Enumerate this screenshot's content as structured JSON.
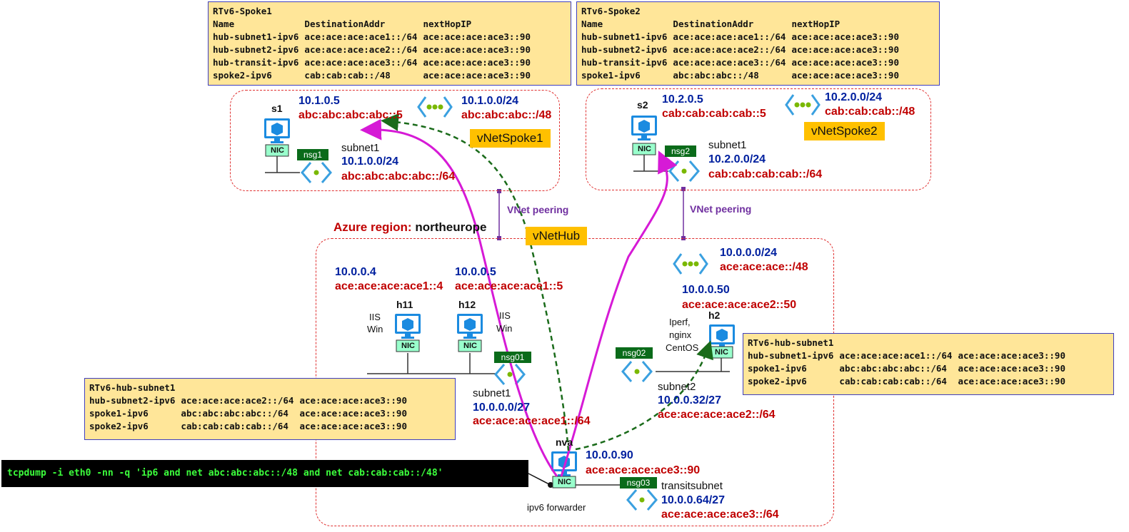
{
  "tables": {
    "spoke1": {
      "title": "RTv6-Spoke1",
      "header": [
        "Name",
        "DestinationAddr",
        "nextHopIP"
      ],
      "rows": [
        [
          "hub-subnet1-ipv6",
          "ace:ace:ace:ace1::/64",
          "ace:ace:ace:ace3::90"
        ],
        [
          "hub-subnet2-ipv6",
          "ace:ace:ace:ace2::/64",
          "ace:ace:ace:ace3::90"
        ],
        [
          "hub-transit-ipv6",
          "ace:ace:ace:ace3::/64",
          "ace:ace:ace:ace3::90"
        ],
        [
          "spoke2-ipv6",
          "cab:cab:cab::/48",
          "ace:ace:ace:ace3::90"
        ]
      ]
    },
    "spoke2": {
      "title": "RTv6-Spoke2",
      "header": [
        "Name",
        "DestinationAddr",
        "nextHopIP"
      ],
      "rows": [
        [
          "hub-subnet1-ipv6",
          "ace:ace:ace:ace1::/64",
          "ace:ace:ace:ace3::90"
        ],
        [
          "hub-subnet2-ipv6",
          "ace:ace:ace:ace2::/64",
          "ace:ace:ace:ace3::90"
        ],
        [
          "hub-transit-ipv6",
          "ace:ace:ace:ace3::/64",
          "ace:ace:ace:ace3::90"
        ],
        [
          "spoke1-ipv6",
          "abc:abc:abc::/48",
          "ace:ace:ace:ace3::90"
        ]
      ]
    },
    "hub_left": {
      "title": "RTv6-hub-subnet1",
      "rows": [
        [
          "hub-subnet2-ipv6",
          "ace:ace:ace:ace2::/64",
          "ace:ace:ace:ace3::90"
        ],
        [
          "spoke1-ipv6",
          "abc:abc:abc:abc::/64",
          "ace:ace:ace:ace3::90"
        ],
        [
          "spoke2-ipv6",
          "cab:cab:cab:cab::/64",
          "ace:ace:ace:ace3::90"
        ]
      ]
    },
    "hub_right": {
      "title": "RTv6-hub-subnet1",
      "rows": [
        [
          "hub-subnet1-ipv6",
          "ace:ace:ace:ace1::/64",
          "ace:ace:ace:ace3::90"
        ],
        [
          "spoke1-ipv6",
          "abc:abc:abc:abc::/64",
          "ace:ace:ace:ace3::90"
        ],
        [
          "spoke2-ipv6",
          "cab:cab:cab:cab::/64",
          "ace:ace:ace:ace3::90"
        ]
      ]
    }
  },
  "vnets": {
    "spoke1": {
      "name": "vNetSpoke1",
      "vm_name": "s1",
      "vm_ip4": "10.1.0.5",
      "vm_ip6": "abc:abc:abc:abc::5",
      "space4": "10.1.0.0/24",
      "space6": "abc:abc:abc::/48",
      "subnet_name": "subnet1",
      "subnet4": "10.1.0.0/24",
      "subnet6": "abc:abc:abc:abc::/64",
      "nsg": "nsg1"
    },
    "spoke2": {
      "name": "vNetSpoke2",
      "vm_name": "s2",
      "vm_ip4": "10.2.0.5",
      "vm_ip6": "cab:cab:cab:cab::5",
      "space4": "10.2.0.0/24",
      "space6": "cab:cab:cab::/48",
      "subnet_name": "subnet1",
      "subnet4": "10.2.0.0/24",
      "subnet6": "cab:cab:cab:cab::/64",
      "nsg": "nsg2"
    },
    "hub": {
      "name": "vNetHub",
      "space4": "10.0.0.0/24",
      "space6": "ace:ace:ace::/48",
      "h11": {
        "name": "h11",
        "ip4": "10.0.0.4",
        "ip6": "ace:ace:ace:ace1::4",
        "os1": "IIS",
        "os2": "Win"
      },
      "h12": {
        "name": "h12",
        "ip4": "10.0.0.5",
        "ip6": "ace:ace:ace:ace1::5",
        "os1": "IIS",
        "os2": "Win"
      },
      "h2": {
        "name": "h2",
        "ip4": "10.0.0.50",
        "ip6": "ace:ace:ace:ace2::50",
        "os1": "Iperf,",
        "os2": "nginx",
        "os3": "CentOS"
      },
      "nva": {
        "name": "nva",
        "ip4": "10.0.0.90",
        "ip6": "ace:ace:ace:ace3::90",
        "role": "ipv6 forwarder"
      },
      "subnet1": {
        "name": "subnet1",
        "v4": "10.0.0.0/27",
        "v6": "ace:ace:ace:ace1::/64",
        "nsg": "nsg01"
      },
      "subnet2": {
        "name": "subnet2",
        "v4": "10.0.0.32/27",
        "v6": "ace:ace:ace:ace2::/64",
        "nsg": "nsg02"
      },
      "transit": {
        "name": "transitsubnet",
        "v4": "10.0.0.64/27",
        "v6": "ace:ace:ace:ace3::/64",
        "nsg": "nsg03"
      }
    }
  },
  "labels": {
    "nic": "NIC",
    "peering": "VNet peering",
    "region_prefix": "Azure region",
    "region_colon": ":",
    "region_name": "northeurope"
  },
  "command": "tcpdump -i eth0 -nn -q 'ip6 and net abc:abc:abc::/48 and net cab:cab:cab::/48'",
  "colors": {
    "ipv4": "#00209f",
    "ipv6": "#c00000",
    "table_bg": "#ffe699",
    "vnet_label_bg": "#ffc000",
    "nsg_bg": "#0a6b1a",
    "flow_spoke": "#d61ad6",
    "flow_hub": "#1a6b1a",
    "peering": "#7030a0"
  }
}
